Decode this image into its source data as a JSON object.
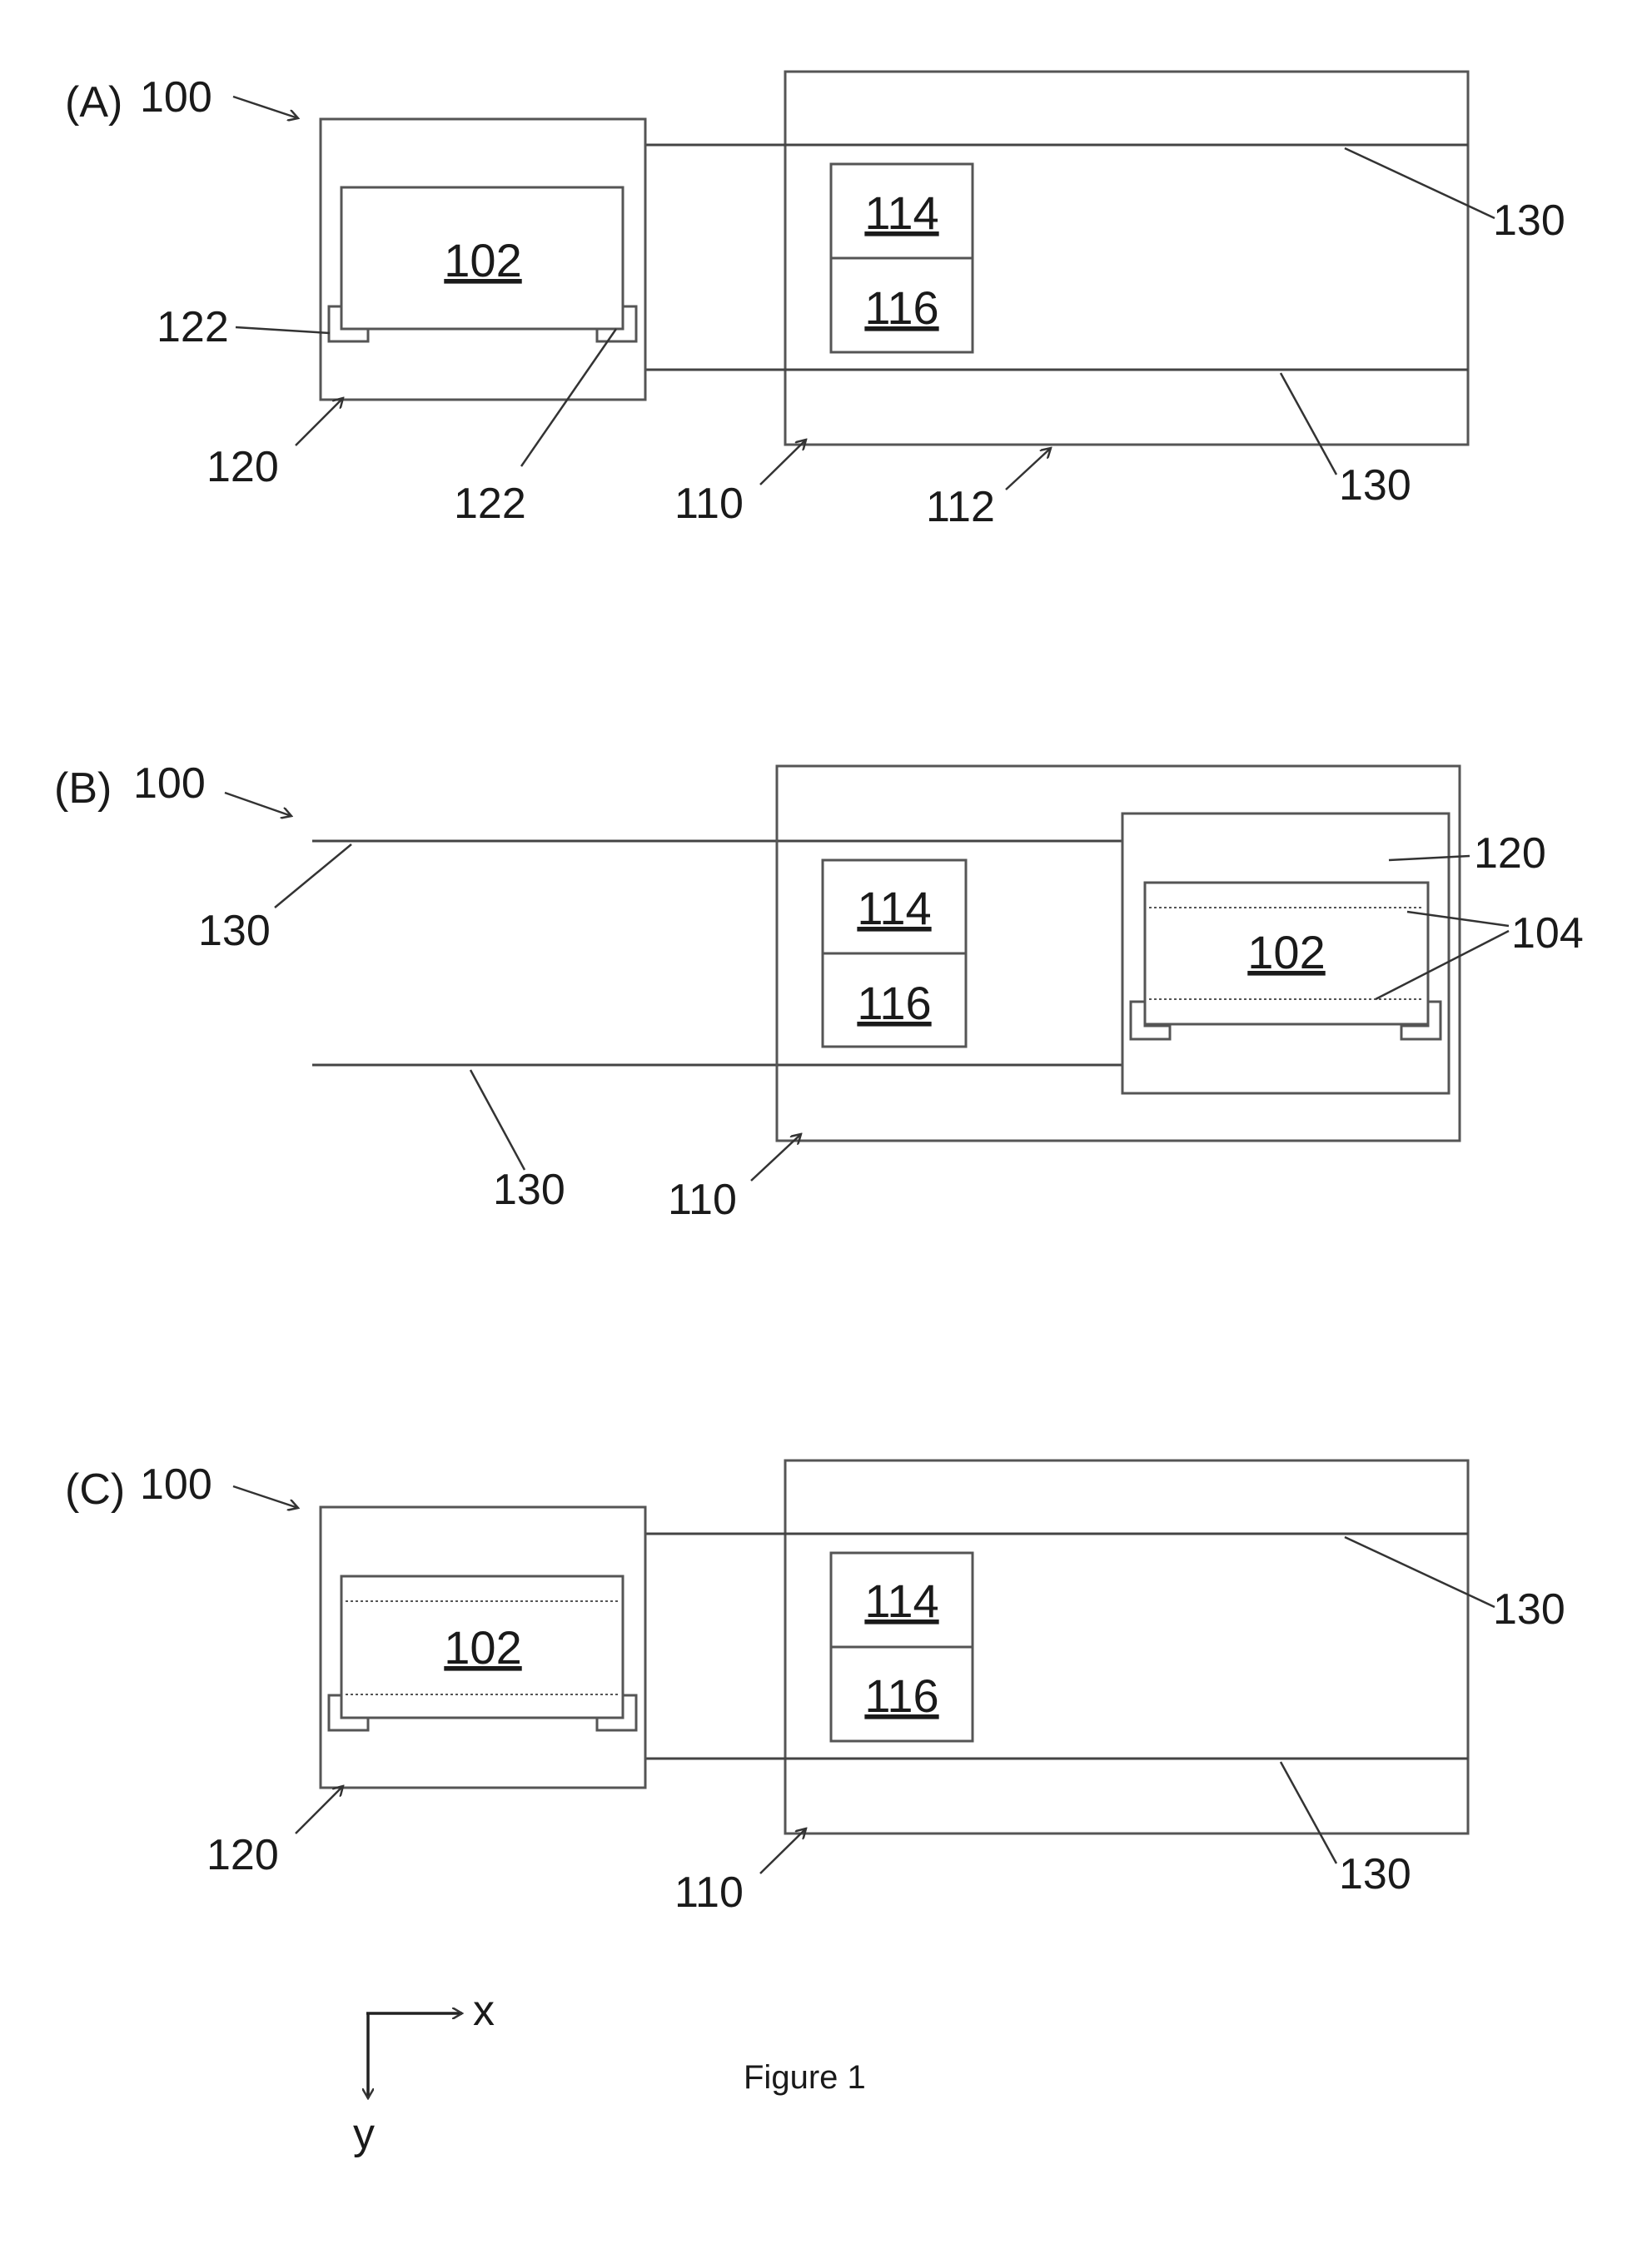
{
  "labels": {
    "A": "(A)",
    "B": "(B)",
    "C": "(C)",
    "device": "100",
    "substrate": "102",
    "layer": "104",
    "chamber": "110",
    "wall": "112",
    "unit1": "114",
    "unit2": "116",
    "carrier": "120",
    "holder": "122",
    "rail": "130"
  },
  "axes": {
    "x": "x",
    "y": "y"
  },
  "caption": "Figure 1"
}
